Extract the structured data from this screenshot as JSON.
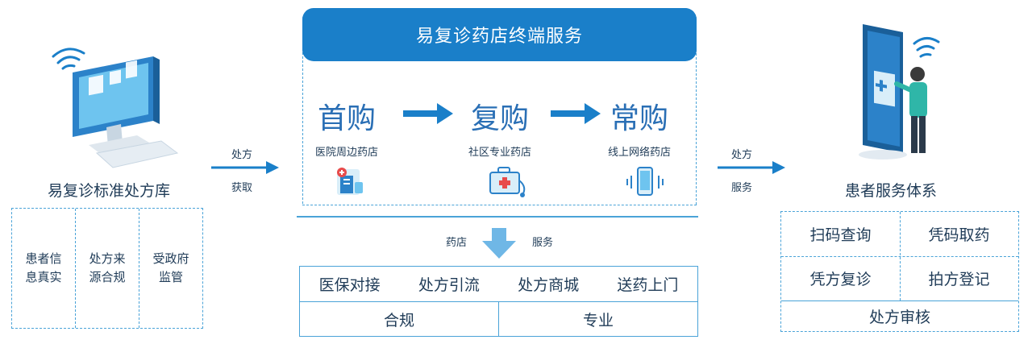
{
  "left": {
    "title": "易复诊标准处方库",
    "cells": [
      "患者信\n息真实",
      "处方来\n源合规",
      "受政府\n监管"
    ]
  },
  "arrow_left": {
    "line1": "处方",
    "line2": "获取"
  },
  "center": {
    "header": "易复诊药店终端服务",
    "stages": [
      {
        "big": "首购",
        "sub": "医院周边药店",
        "icon": "pharmacy-document-icon"
      },
      {
        "big": "复购",
        "sub": "社区专业药店",
        "icon": "medical-kit-icon"
      },
      {
        "big": "常购",
        "sub": "线上网络药店",
        "icon": "mobile-phone-icon"
      }
    ],
    "down_arrow": {
      "left": "药店",
      "right": "服务"
    },
    "services": [
      "医保对接",
      "处方引流",
      "处方商城",
      "送药上门"
    ],
    "qualities": [
      "合规",
      "专业"
    ]
  },
  "arrow_right": {
    "line1": "处方",
    "line2": "服务"
  },
  "right": {
    "title": "患者服务体系",
    "cells": [
      "扫码查询",
      "凭码取药",
      "凭方复诊",
      "拍方登记"
    ],
    "bottom": "处方审核"
  },
  "colors": {
    "accent": "#1a7fc9",
    "border": "#4aa3d8",
    "text": "#1f3b57"
  }
}
